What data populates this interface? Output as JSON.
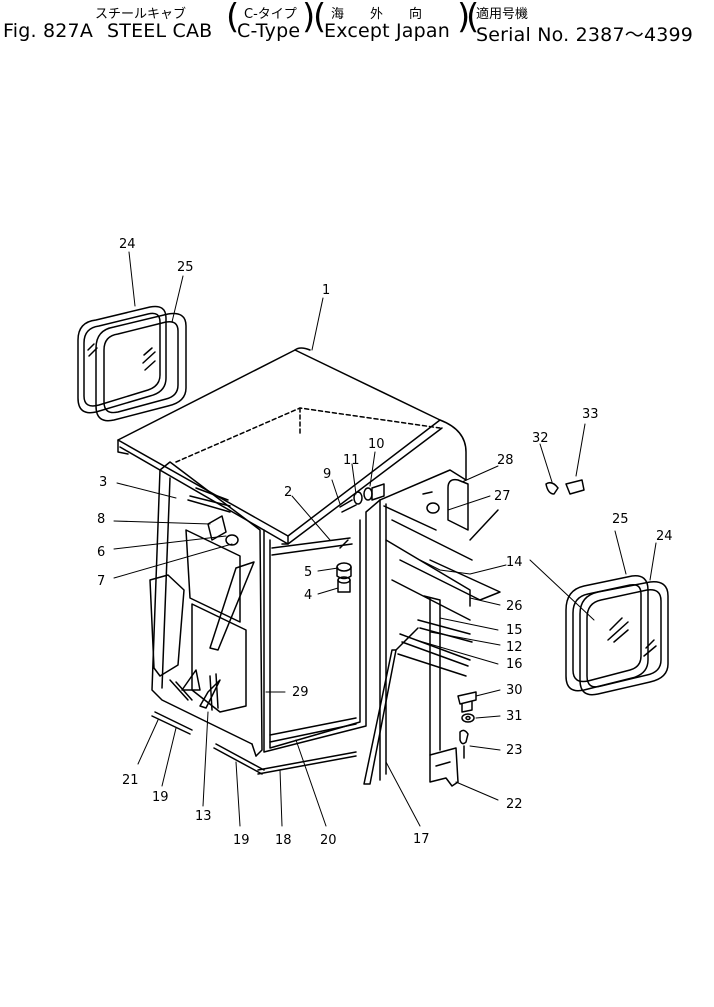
{
  "header": {
    "jp_title": "スチールキャブ",
    "jp_type": "C-タイプ",
    "jp_region": "海　　外　　向",
    "jp_serial": "適用号機",
    "fig": "Fig. 827A",
    "title": "STEEL CAB",
    "type": "C-Type",
    "region": "Except Japan",
    "serial": "Serial No. 2387～4399"
  },
  "callouts": [
    {
      "id": "c24a",
      "text": "24"
    },
    {
      "id": "c25a",
      "text": "25"
    },
    {
      "id": "c1",
      "text": "1"
    },
    {
      "id": "c3",
      "text": "3"
    },
    {
      "id": "c2",
      "text": "2"
    },
    {
      "id": "c9",
      "text": "9"
    },
    {
      "id": "c11",
      "text": "11"
    },
    {
      "id": "c10",
      "text": "10"
    },
    {
      "id": "c28",
      "text": "28"
    },
    {
      "id": "c27",
      "text": "27"
    },
    {
      "id": "c32",
      "text": "32"
    },
    {
      "id": "c33",
      "text": "33"
    },
    {
      "id": "c8",
      "text": "8"
    },
    {
      "id": "c6",
      "text": "6"
    },
    {
      "id": "c7",
      "text": "7"
    },
    {
      "id": "c5",
      "text": "5"
    },
    {
      "id": "c4",
      "text": "4"
    },
    {
      "id": "c14",
      "text": "14"
    },
    {
      "id": "c25b",
      "text": "25"
    },
    {
      "id": "c24b",
      "text": "24"
    },
    {
      "id": "c26",
      "text": "26"
    },
    {
      "id": "c15",
      "text": "15"
    },
    {
      "id": "c12",
      "text": "12"
    },
    {
      "id": "c16",
      "text": "16"
    },
    {
      "id": "c29",
      "text": "29"
    },
    {
      "id": "c30",
      "text": "30"
    },
    {
      "id": "c31",
      "text": "31"
    },
    {
      "id": "c23",
      "text": "23"
    },
    {
      "id": "c22",
      "text": "22"
    },
    {
      "id": "c21",
      "text": "21"
    },
    {
      "id": "c19a",
      "text": "19"
    },
    {
      "id": "c13",
      "text": "13"
    },
    {
      "id": "c19b",
      "text": "19"
    },
    {
      "id": "c18",
      "text": "18"
    },
    {
      "id": "c20",
      "text": "20"
    },
    {
      "id": "c17",
      "text": "17"
    }
  ]
}
